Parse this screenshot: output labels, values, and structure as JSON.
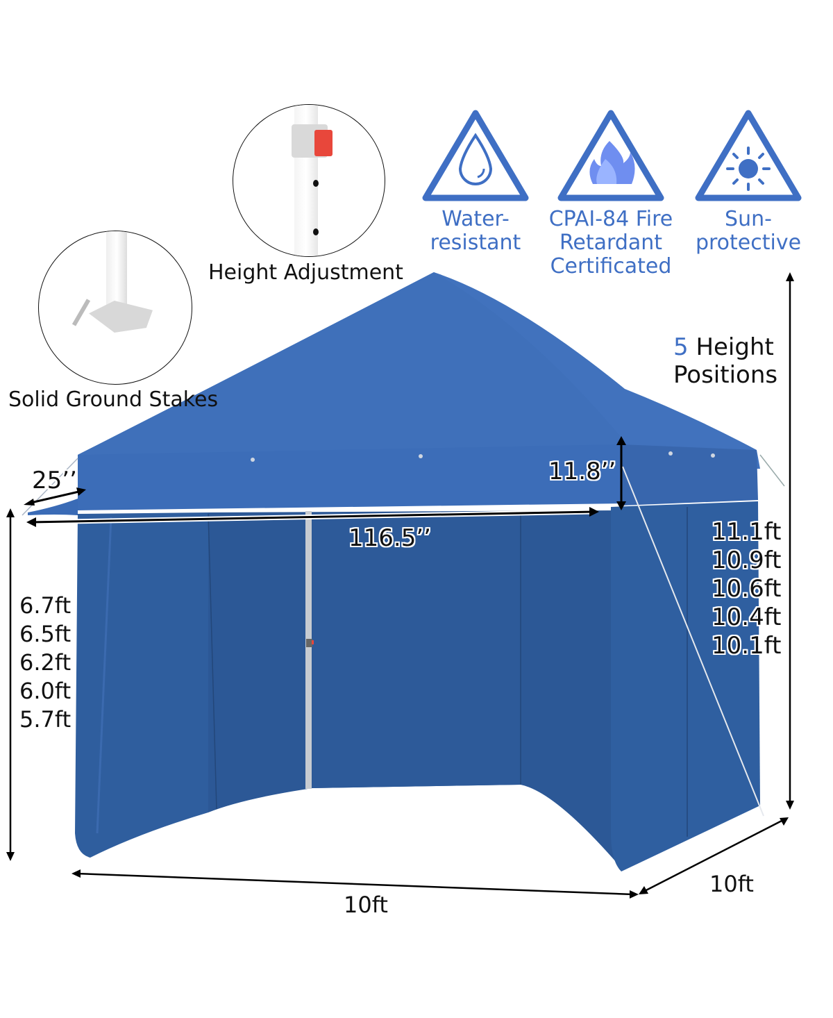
{
  "callouts": {
    "height_adjustment": "Height Adjustment",
    "ground_stakes": "Solid Ground Stakes"
  },
  "features": [
    {
      "icon": "water-drop-icon",
      "line1": "Water-",
      "line2": "resistant",
      "line3": ""
    },
    {
      "icon": "flame-icon",
      "line1": "CPAI-84 Fire",
      "line2": "Retardant",
      "line3": "Certificated"
    },
    {
      "icon": "sun-icon",
      "line1": "Sun-",
      "line2": "protective",
      "line3": ""
    }
  ],
  "height_positions": {
    "count": "5",
    "line1_rest": " Height",
    "line2": "Positions"
  },
  "dimensions": {
    "eave_depth": "25’’",
    "valance_height": "11.8’’",
    "frame_width": "116.5’’",
    "width": "10ft",
    "depth": "10ft",
    "total_heights": [
      "11.1ft",
      "10.9ft",
      "10.6ft",
      "10.4ft",
      "10.1ft"
    ],
    "eave_heights": [
      "6.7ft",
      "6.5ft",
      "6.2ft",
      "6.0ft",
      "5.7ft"
    ]
  },
  "colors": {
    "canopy": "#3f6fbb",
    "sidewall": "#2e5c9c",
    "feature_blue": "#3f6fc4",
    "latch_red": "#e8473b"
  }
}
